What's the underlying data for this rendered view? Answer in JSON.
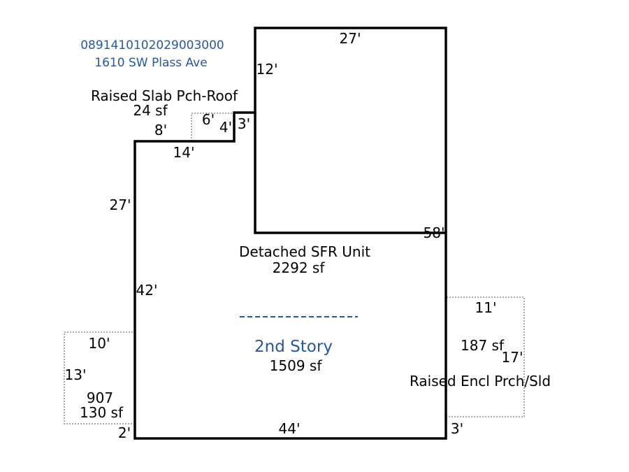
{
  "parcel": {
    "id": "0891410102029003000",
    "address": "1610 SW Plass Ave"
  },
  "areas": {
    "main": {
      "name": "Detached SFR Unit",
      "area": "2292 sf"
    },
    "second_story": {
      "name": "2nd Story",
      "area": "1509 sf"
    },
    "porch_roof": {
      "name": "Raised Slab Pch-Roof",
      "area": "24 sf"
    },
    "encl_porch": {
      "name": "Raised Encl Prch/Sld",
      "area": "187 sf"
    },
    "left_addition": {
      "code": "907",
      "area": "130 sf"
    }
  },
  "dimensions": {
    "top": "27'",
    "upper_right_jog": "12'",
    "porch_width": "8'",
    "porch_top": "6'",
    "porch_side": "4'",
    "step_small": "3'",
    "step_top": "14'",
    "left_upper": "27'",
    "right_side": "58'",
    "left_lower": "42'",
    "left_add_top": "10'",
    "left_add_side": "13'",
    "left_add_bottom": "2'",
    "bottom": "44'",
    "bottom_right": "3'",
    "encl_top": "11'",
    "encl_side": "17'"
  },
  "colors": {
    "blue_text": "#2b5797",
    "outline": "#000000",
    "dotted": "#555555"
  }
}
